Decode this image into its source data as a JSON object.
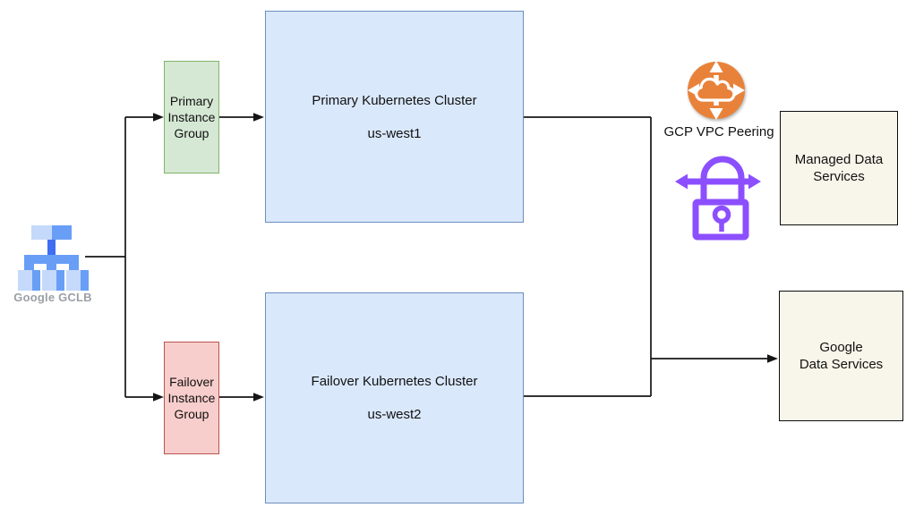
{
  "gclb": {
    "label": "Google GCLB"
  },
  "instance_groups": {
    "primary": {
      "label": "Primary Instance Group"
    },
    "failover": {
      "label": "Failover Instance Group"
    }
  },
  "clusters": {
    "primary": {
      "title": "Primary Kubernetes Cluster",
      "region": "us-west1"
    },
    "failover": {
      "title": "Failover Kubernetes Cluster",
      "region": "us-west2"
    }
  },
  "peering": {
    "label": "GCP VPC Peering"
  },
  "data_services": {
    "managed": {
      "lines": [
        "Managed Data",
        "Services"
      ]
    },
    "google": {
      "lines": [
        "Google",
        "Data Services"
      ]
    }
  },
  "icons": {
    "gclb": "load-balancer-icon",
    "peering": "vpc-peering-cloud-arrows-icon",
    "secure_link": "lock-with-bidirectional-arrow-icon"
  },
  "colors": {
    "line": "#161616",
    "text": "#111111",
    "green_fill": "#d5e8d4",
    "green_stroke": "#82b366",
    "red_fill": "#f8cecc",
    "red_stroke": "#b85450",
    "blue_fill": "#dae8fc",
    "blue_stroke": "#6c8ebf",
    "beige_fill": "#f8f5ea",
    "beige_stroke": "#0d0d0d",
    "orange": "#e8823a",
    "purple": "#8c4fff",
    "gclb_light": "#c5d9fb",
    "gclb_med": "#699ef7",
    "gclb_dark": "#3e6ff2",
    "label_gray": "#9aa0a6"
  }
}
